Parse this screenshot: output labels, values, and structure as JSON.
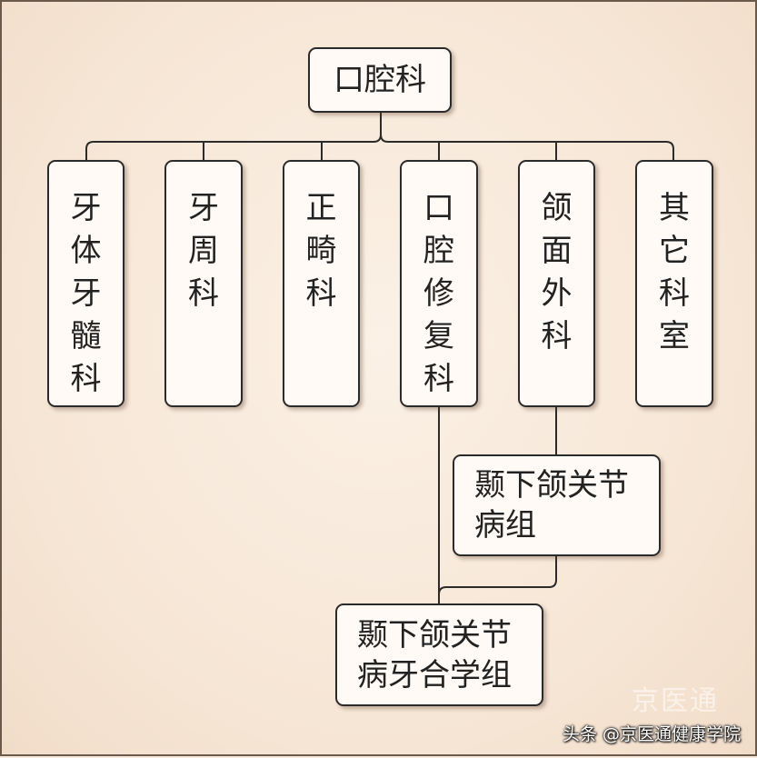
{
  "root": {
    "label": "口腔科"
  },
  "departments": [
    {
      "label": "牙体牙髓科"
    },
    {
      "label": "牙周科"
    },
    {
      "label": "正畸科"
    },
    {
      "label": "口腔修复科"
    },
    {
      "label": "颌面外科"
    },
    {
      "label": "其它科室"
    }
  ],
  "subgroups": [
    {
      "label": "颞下颌关节病组"
    },
    {
      "label": "颞下颌关节病牙合学组"
    }
  ],
  "watermark": "京医通",
  "footer": "头条 @京医通健康学院"
}
